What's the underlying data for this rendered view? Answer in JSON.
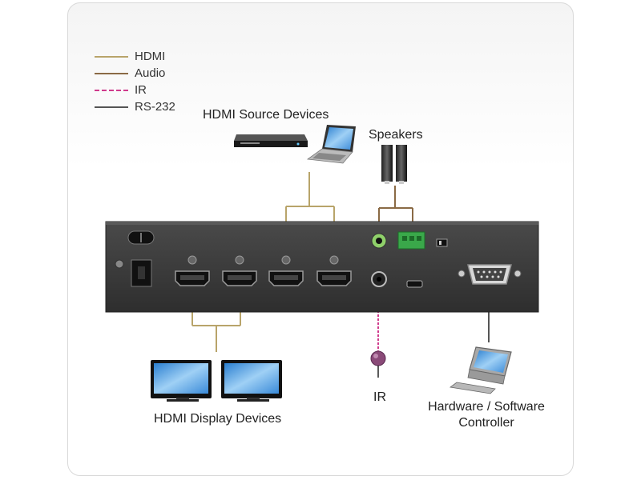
{
  "legend": [
    {
      "label": "HDMI",
      "color": "#b8a46a",
      "style": "solid"
    },
    {
      "label": "Audio",
      "color": "#8a6a45",
      "style": "solid"
    },
    {
      "label": "IR",
      "color": "#d03a8c",
      "style": "dashed"
    },
    {
      "label": "RS-232",
      "color": "#555555",
      "style": "solid"
    }
  ],
  "labels": {
    "hdmi_sources": "HDMI Source Devices",
    "speakers": "Speakers",
    "hdmi_displays": "HDMI Display Devices",
    "ir": "IR",
    "controller_line1": "Hardware / Software",
    "controller_line2": "Controller"
  },
  "icons": [
    "dvd-player-icon",
    "laptop-icon",
    "speakers-icon",
    "monitor-icon",
    "ir-receiver-icon",
    "controller-computer-icon"
  ],
  "colors": {
    "device_panel": "#3a3a3a",
    "hdmi_line": "#b8a46a",
    "audio_line": "#8a6a45",
    "ir_line": "#d03a8c",
    "rs232_line": "#555555",
    "terminal_green": "#3aa84a"
  }
}
